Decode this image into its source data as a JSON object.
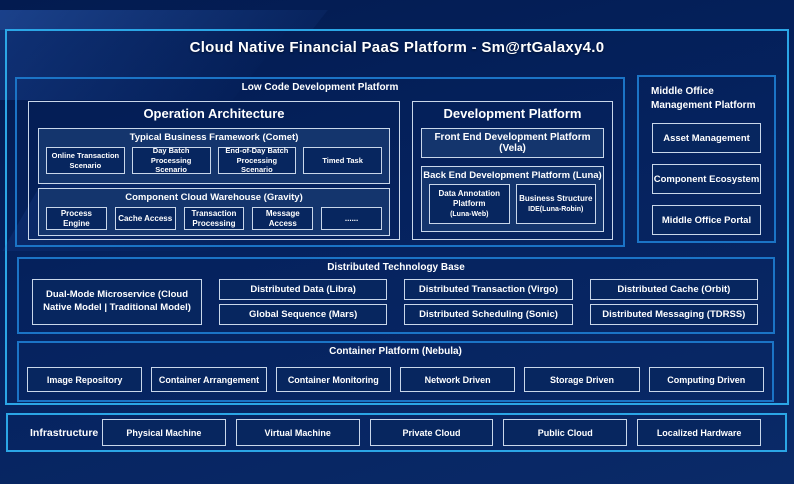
{
  "title": "Cloud Native Financial PaaS Platform - Sm@rtGalaxy4.0",
  "colors": {
    "background": "#05225e",
    "frame_border": "#2ba6e6",
    "panel_border": "#1b74c6",
    "box_border": "#c9d7ea",
    "subpanel_bg": "#14356d",
    "box_bg": "#07265f",
    "text": "#ffffff"
  },
  "low_code": {
    "label": "Low Code Development Platform",
    "operation": {
      "title": "Operation Architecture",
      "comet": {
        "title": "Typical Business Framework (Comet)",
        "items": [
          "Online Transaction Scenario",
          "Day Batch Processing Scenario",
          "End-of-Day Batch Processing Scenario",
          "Timed Task"
        ]
      },
      "gravity": {
        "title": "Component Cloud Warehouse (Gravity)",
        "items": [
          "Process Engine",
          "Cache Access",
          "Transaction Processing",
          "Message Access",
          "......"
        ]
      }
    },
    "development": {
      "title": "Development Platform",
      "front_end": "Front End Development Platform (Vela)",
      "back_end": {
        "title": "Back End Development Platform (Luna)",
        "items": [
          {
            "label": "Data Annotation Platform",
            "sub": "(Luna-Web)"
          },
          {
            "label": "Business Structure",
            "sub": "IDE(Luna-Robin)"
          }
        ]
      }
    }
  },
  "middle_office": {
    "label": "Middle Office Management Platform",
    "items": [
      "Asset Management",
      "Component Ecosystem",
      "Middle Office Portal"
    ]
  },
  "distributed": {
    "label": "Distributed Technology Base",
    "feature": "Dual-Mode Microservice (Cloud Native Model | Traditional Model)",
    "items": [
      "Distributed Data (Libra)",
      "Global Sequence (Mars)",
      "Distributed Transaction (Virgo)",
      "Distributed Scheduling (Sonic)",
      "Distributed Cache (Orbit)",
      "Distributed Messaging (TDRSS)"
    ]
  },
  "container_platform": {
    "label": "Container Platform (Nebula)",
    "items": [
      "Image Repository",
      "Container Arrangement",
      "Container Monitoring",
      "Network Driven",
      "Storage Driven",
      "Computing Driven"
    ]
  },
  "infrastructure": {
    "label": "Infrastructure",
    "items": [
      "Physical Machine",
      "Virtual Machine",
      "Private Cloud",
      "Public Cloud",
      "Localized Hardware"
    ]
  }
}
